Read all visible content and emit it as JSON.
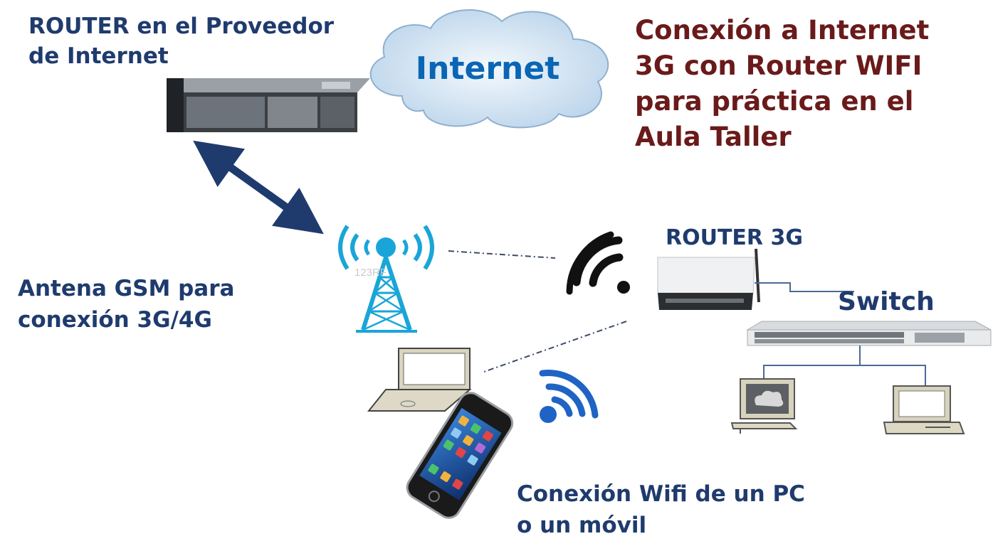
{
  "provider_router_label": "ROUTER en el Proveedor\nde Internet",
  "cloud_label": "Internet",
  "title": "Conexión a Internet\n3G con Router WIFI\npara práctica en el\nAula Taller",
  "antenna_label": "Antena GSM para\nconexión 3G/4G",
  "router3g_label": "ROUTER 3G",
  "switch_label": "Switch",
  "wifi_client_label": "Conexión Wifi de un PC\no un móvil",
  "antenna_watermark": "123RF",
  "colors": {
    "label_blue": "#1f3b6e",
    "title_maroon": "#6a1a1a",
    "cloud_text": "#0a66b5",
    "cloud_fill": "#dbe9f5",
    "arrow": "#1f3b6e",
    "antenna": "#1aa5d8"
  },
  "icons": [
    "double-arrow-icon",
    "cloud-icon",
    "cisco-router-icon",
    "antenna-tower-icon",
    "wifi-signal-black-icon",
    "wifi-signal-blue-icon",
    "router-3g-icon",
    "network-switch-icon",
    "laptop-icon",
    "smartphone-icon",
    "desktop-computer-icon"
  ]
}
